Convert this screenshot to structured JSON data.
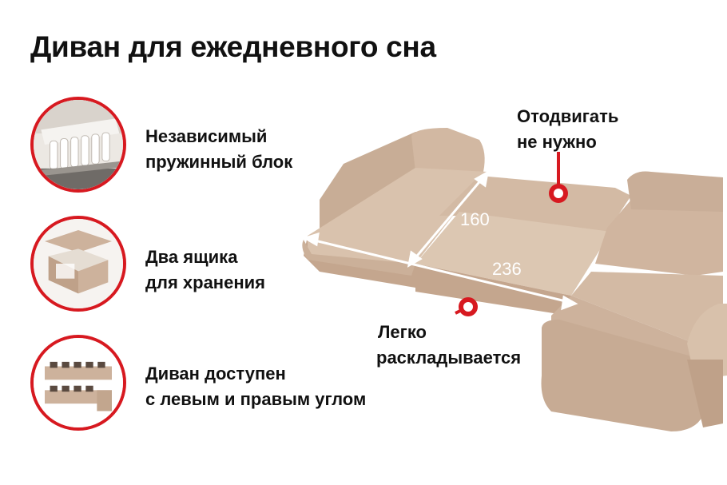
{
  "title": "Диван для ежедневного сна",
  "features": [
    {
      "line1": "Независимый",
      "line2": "пружинный блок",
      "icon": "spring-block-icon"
    },
    {
      "line1": "Два ящика",
      "line2": "для хранения",
      "icon": "storage-box-icon"
    },
    {
      "line1": "Диван доступен",
      "line2": "с левым и правым углом",
      "icon": "corner-sofa-icon"
    }
  ],
  "callouts": {
    "top": {
      "line1": "Отодвигать",
      "line2": "не нужно"
    },
    "bottom": {
      "line1": "Легко",
      "line2": "раскладывается"
    }
  },
  "dimensions": {
    "depth": "160",
    "width": "236"
  },
  "colors": {
    "accent": "#d71920",
    "sofa": "#cdb29c",
    "sofa_dark": "#b89a83"
  }
}
